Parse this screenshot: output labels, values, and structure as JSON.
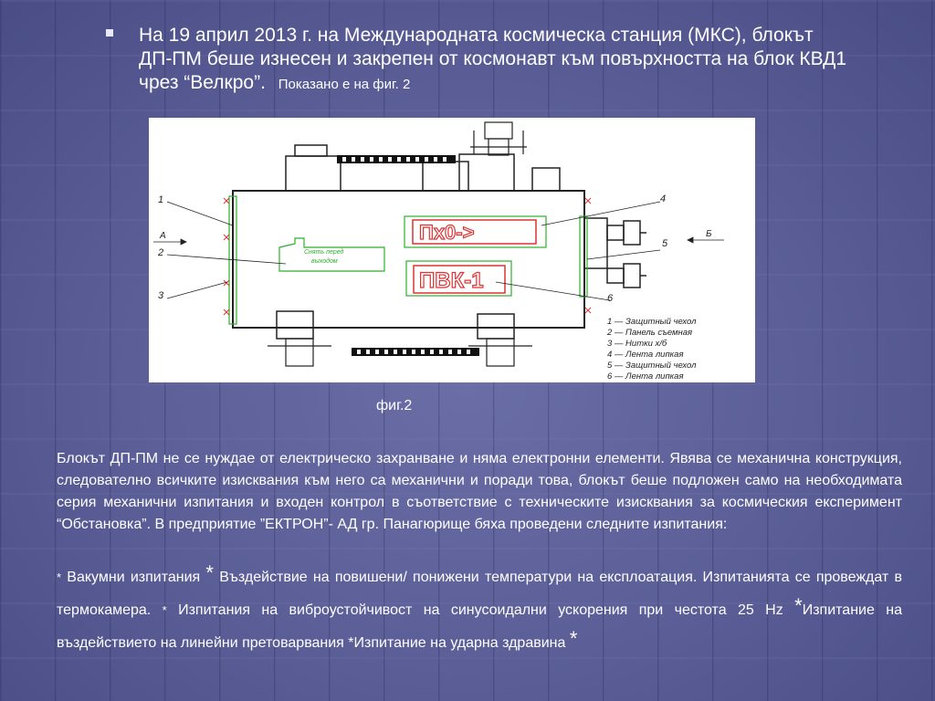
{
  "bullet": {
    "text": "На 19 април 2013 г. на Международната космическа станция (МКС), блокът ДП-ПМ беше изнесен и закрепен от космонавт към повърхността на блок КВД1  чрез “Велкро”.",
    "small": "Показано е на фиг. 2"
  },
  "figure": {
    "panel_label_1": "Снять перед",
    "panel_label_2": "выходом",
    "sign_top": "Пх0->",
    "sign_bottom": "ПВК-1",
    "arrow_a": "А",
    "arrow_b": "Б",
    "callouts": [
      "1",
      "2",
      "3",
      "4",
      "5",
      "6"
    ],
    "legend": [
      "1 — Защитный чехол",
      "2 — Панель съемная",
      "3 — Нитки х/б",
      "4 — Лента липкая",
      "5 — Защитный чехол",
      "6 — Лента липкая"
    ],
    "caption": "фиг.2"
  },
  "paragraph": "Блокът ДП-ПМ не се нуждае от електрическо захранване и няма електронни елементи. Явява се механична конструкция, следователно всичките изисквания към него са механични и поради това, блокът беше подложен само на необходимата серия механични изпитания и входен контрол в съответствие с техническите изисквания за космическия експеримент “Обстановка”. В предприятие ”ЕКТРОН”- АД гр. Панагюрище бяха проведени следните изпитания:",
  "tests": {
    "t1": "Вакумни изпитания",
    "t2": "Въздействие на повишени/ понижени температури на експлоатация. Изпитанията се провеждат в термокамера.",
    "t3": "Изпитания на виброустойчивост на синусоидални ускорения при честота 25 Hz",
    "t4": "Изпитание на въздействието на линейни претоварвания",
    "t5": "Изпитание на ударна здравина",
    "star": "*"
  }
}
